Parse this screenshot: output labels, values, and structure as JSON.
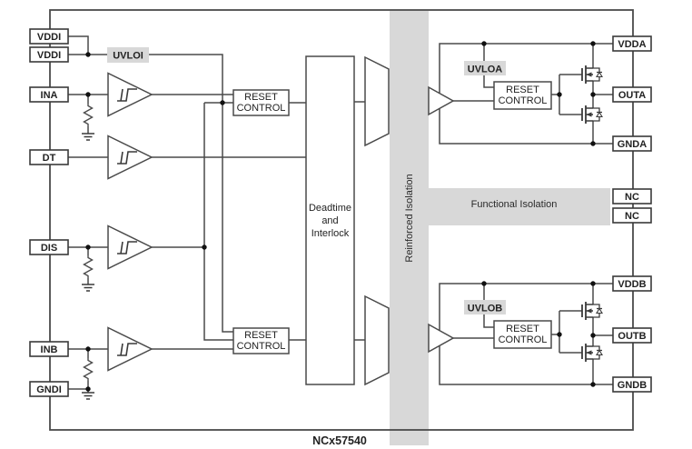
{
  "title": "NCx57540",
  "colors": {
    "gray_fill": "#d8d8d8",
    "line": "#4a4a4a",
    "text": "#222222"
  },
  "pins": {
    "left": [
      {
        "label": "VDDI"
      },
      {
        "label": "VDDI"
      },
      {
        "label": "INA"
      },
      {
        "label": "DT"
      },
      {
        "label": "DIS"
      },
      {
        "label": "INB"
      },
      {
        "label": "GNDI"
      }
    ],
    "right": [
      {
        "label": "VDDA"
      },
      {
        "label": "OUTA"
      },
      {
        "label": "GNDA"
      },
      {
        "label": "NC"
      },
      {
        "label": "NC"
      },
      {
        "label": "VDDB"
      },
      {
        "label": "OUTB"
      },
      {
        "label": "GNDB"
      }
    ]
  },
  "labels": {
    "uvloi": "UVLOI",
    "uvloa": "UVLOA",
    "uvlob": "UVLOB",
    "reset": [
      "RESET",
      "CONTROL"
    ],
    "deadtime": [
      "Deadtime",
      "and",
      "Interlock"
    ],
    "reinforced_isolation": "Reinforced Isolation",
    "functional_isolation": "Functional Isolation"
  }
}
